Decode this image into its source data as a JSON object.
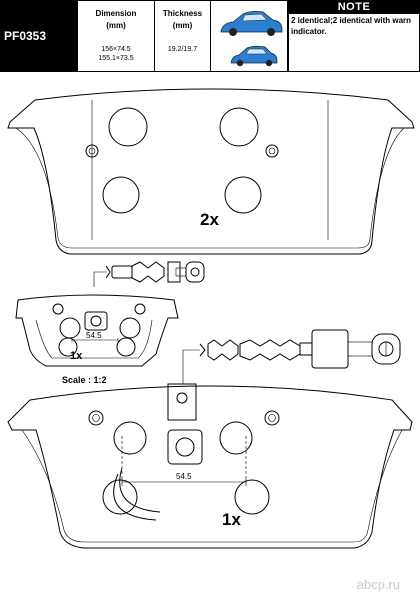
{
  "header": {
    "part_number": "PF0353",
    "dimension_heading": "Dimension\n(mm)",
    "dimension_value": "156×74.5\n155.1×73.5",
    "thickness_heading": "Thickness\n(mm)",
    "thickness_value": "19.2/19.7",
    "car_icon_front": "sedan-car-icon",
    "car_icon_rear": "hatchback-car-icon",
    "car_color": "#2c7fd0",
    "note_title": "NOTE",
    "note_text": "2 identical;2 identical with warn indicator."
  },
  "drawing": {
    "qty_upper": "2x",
    "qty_middle": "1x",
    "qty_lower": "1x",
    "scale_label": "Scale : 1:2",
    "dim_small": "54.5",
    "dim_large": "54.5"
  },
  "watermark": "abcp.ru"
}
